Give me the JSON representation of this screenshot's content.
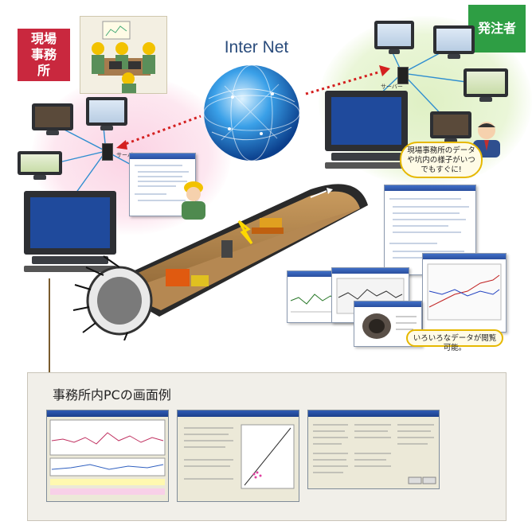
{
  "labels": {
    "site_office": "現場事務所",
    "client": "発注者",
    "internet": "Inter Net",
    "server_left": "サーバー",
    "server_right": "サーバー",
    "panel_title": "事務所内PCの画面例"
  },
  "callouts": {
    "client_access": "現場事務所のデータや坑内の様子がいつでもすぐに!",
    "browse_data": "いろいろなデータが閲覧可能。"
  },
  "colors": {
    "site_tag": "#c9283e",
    "client_tag": "#2e9e44",
    "link_arrow": "#d42020",
    "callout_border": "#e6b800"
  }
}
